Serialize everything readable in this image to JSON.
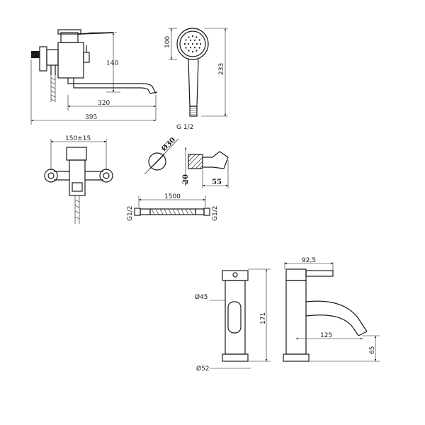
{
  "dimensions": {
    "bath_height": "140",
    "spout_reach": "320",
    "overall_width": "395",
    "centres": "150±15",
    "shower_head_dia": "100",
    "shower_length": "233",
    "hose_thread_top": "G 1/2",
    "holder_dia": "Ø30",
    "holder_height": "20",
    "holder_depth": "55",
    "hose_length": "1500",
    "hose_thread_left": "G1/2",
    "hose_thread_right": "G1/2",
    "basin_body_dia": "Ø45",
    "basin_base_dia": "Ø52",
    "basin_height": "171",
    "basin_top_width": "92,5",
    "basin_spout_reach": "125",
    "basin_spout_height": "65"
  }
}
